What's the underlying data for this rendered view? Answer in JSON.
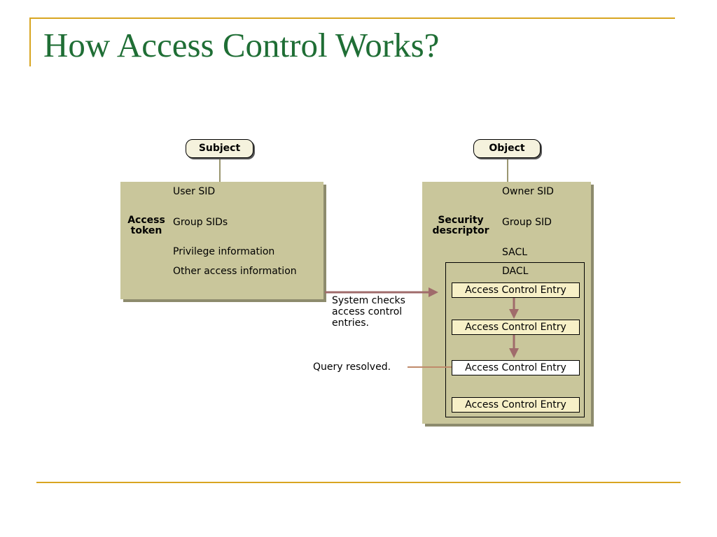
{
  "slide": {
    "title": "How Access Control Works?"
  },
  "diagram": {
    "subject": {
      "label": "Subject",
      "token_label": "Access\ntoken",
      "fields": [
        "User SID",
        "Group SIDs",
        "Privilege information",
        "Other access information"
      ]
    },
    "object": {
      "label": "Object",
      "descriptor_label": "Security\ndescriptor",
      "fields": [
        "Owner SID",
        "Group SID",
        "SACL"
      ],
      "dacl": {
        "label": "DACL",
        "entries": [
          "Access Control Entry",
          "Access Control Entry",
          "Access Control Entry",
          "Access Control Entry"
        ]
      }
    },
    "annotations": {
      "system_checks": "System checks\naccess control\nentries.",
      "query_resolved": "Query resolved."
    }
  },
  "colors": {
    "title": "#1f6e35",
    "accent_rule": "#d8a521",
    "panel_fill": "#c9c69b",
    "arrow": "#a06b6b",
    "query_line": "#c08a6a"
  }
}
